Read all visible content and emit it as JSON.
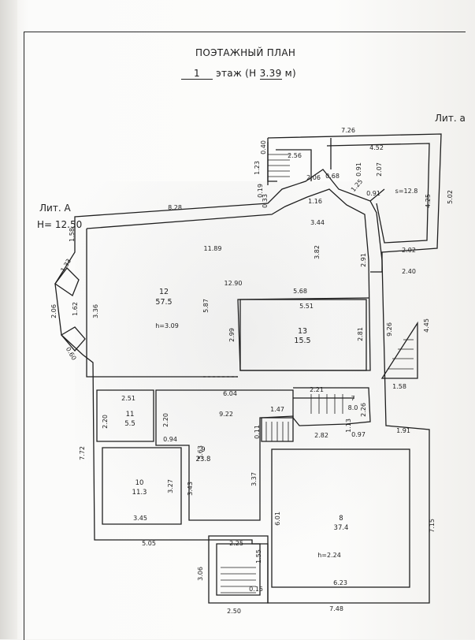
{
  "header": {
    "title": "ПОЭТАЖНЫЙ ПЛАН",
    "floor_number": "1",
    "floor_text": "этаж (Н",
    "floor_height": "3.39",
    "floor_unit": "м)"
  },
  "labels": {
    "lit_a_small": "Лит. а",
    "lit_a_main": "Лит. А",
    "height_main": "Н= 12.50"
  },
  "rooms": {
    "r12": {
      "number": "12",
      "area": "57.5",
      "height": "h=3.09"
    },
    "r13": {
      "number": "13",
      "area": "15.5"
    },
    "r11": {
      "number": "11",
      "area": "5.5"
    },
    "r10": {
      "number": "10",
      "area": "11.3"
    },
    "r9": {
      "number": "9",
      "area": "23.8"
    },
    "r8": {
      "number": "8",
      "area": "37.4",
      "height": "h=2.24"
    },
    "r7": {
      "number": "7",
      "area": "8.0"
    },
    "annex": {
      "area": "s=12.8"
    }
  },
  "dims": {
    "d726": "7.26",
    "d452": "4.52",
    "d040": "0.40",
    "d256": "2.56",
    "d123": "1.23",
    "d206": "2.06",
    "d068": "0.68",
    "d091a": "0.91",
    "d207": "2.07",
    "d125": "1.25",
    "d091b": "0.91",
    "d425": "4.25",
    "d502": "5.02",
    "d019": "0.19",
    "d033": "0.33",
    "d116": "1.16",
    "d828": "8.28",
    "d158a": "1.58",
    "d344": "3.44",
    "d1189": "11.89",
    "d382": "3.82",
    "d291": "2.91",
    "d202": "2.02",
    "d240": "2.40",
    "d133": "1.33",
    "d1290": "12.90",
    "d568": "5.68",
    "d551": "5.51",
    "d206b": "2.06",
    "d162": "1.62",
    "d336": "3.36",
    "d587": "5.87",
    "d299": "2.99",
    "d281": "2.81",
    "d926": "9.26",
    "d445": "4.45",
    "d060": "0.60",
    "d158b": "1.58",
    "d604": "6.04",
    "d251": "2.51",
    "d221": "2.21",
    "d220a": "2.20",
    "d220b": "2.20",
    "d922": "9.22",
    "d147": "1.47",
    "d226": "2.26",
    "d094": "0.94",
    "d011": "0.11",
    "d282": "2.82",
    "d113": "1.13",
    "d097": "0.97",
    "d191": "1.91",
    "d772": "7.72",
    "d563": "5.63",
    "d327": "3.27",
    "d343": "3.43",
    "d337": "3.37",
    "d601": "6.01",
    "d715": "7.15",
    "d345": "3.45",
    "d505": "5.05",
    "d225": "2.25",
    "d155": "1.55",
    "d306": "3.06",
    "d015": "0.15",
    "d250": "2.50",
    "d623": "6.23",
    "d748": "7.48"
  }
}
